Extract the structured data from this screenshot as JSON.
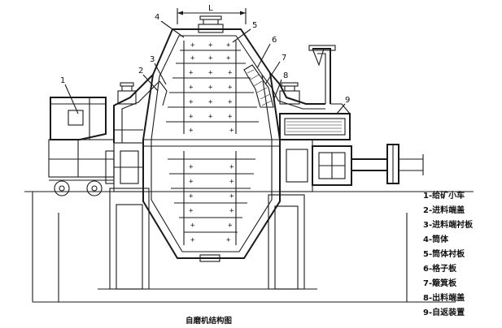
{
  "diagram": {
    "dimension_label": "L",
    "callouts": [
      "1",
      "2",
      "3",
      "4",
      "5",
      "6",
      "7",
      "8",
      "9"
    ],
    "legend": [
      "1-给矿小车",
      "2-进料端盖",
      "3-进料端衬板",
      "4-筒体",
      "5-筒体衬板",
      "6-格子板",
      "7-簸箕板",
      "8-出料端盖",
      "9-自返装置"
    ],
    "caption": "自磨机结构图"
  }
}
